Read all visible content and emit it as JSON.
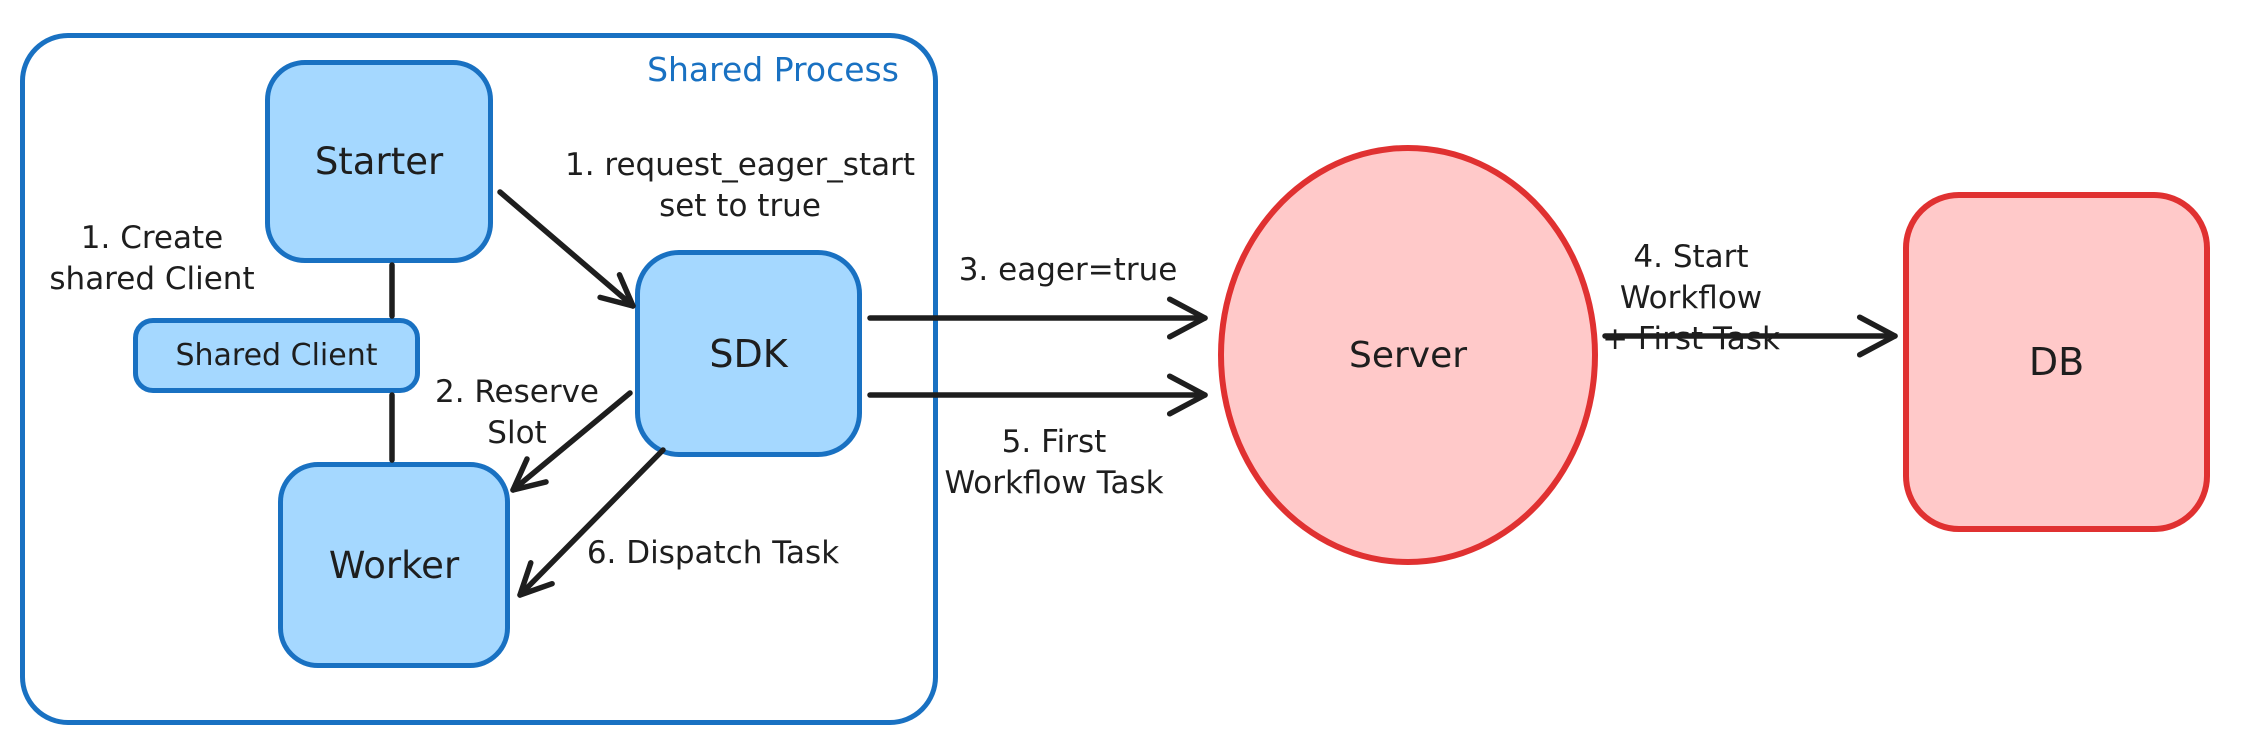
{
  "diagram": {
    "container": {
      "label": "Shared Process"
    },
    "nodes": {
      "starter": {
        "label": "Starter"
      },
      "shared_client": {
        "label": "Shared Client"
      },
      "worker": {
        "label": "Worker"
      },
      "sdk": {
        "label": "SDK"
      },
      "server": {
        "label": "Server"
      },
      "db": {
        "label": "DB"
      }
    },
    "annotations": {
      "create_shared_client": "1. Create\nshared Client",
      "request_eager_start": "1. request_eager_start\nset to true",
      "reserve_slot": "2. Reserve\nSlot",
      "eager_true": "3. eager=true",
      "start_workflow_first_task": "4. Start Workflow\n+ First Task",
      "first_workflow_task": "5. First\nWorkflow Task",
      "dispatch_task": "6. Dispatch Task"
    },
    "colors": {
      "blue-stroke": "#1971c2",
      "blue-fill": "#a5d8ff",
      "red-stroke": "#e03131",
      "red-fill": "#ffc9c9",
      "ink": "#1e1e1e"
    }
  }
}
